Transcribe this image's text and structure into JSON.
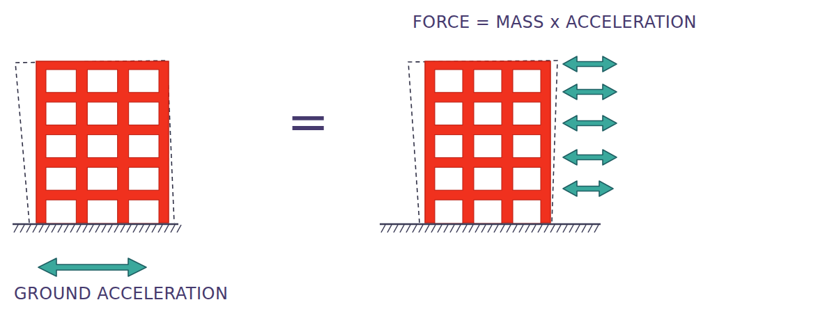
{
  "diagram": {
    "labels": [
      "GROUND ACCELERATION",
      "=",
      "FORCE = MASS x ACCELERATION"
    ]
  }
}
